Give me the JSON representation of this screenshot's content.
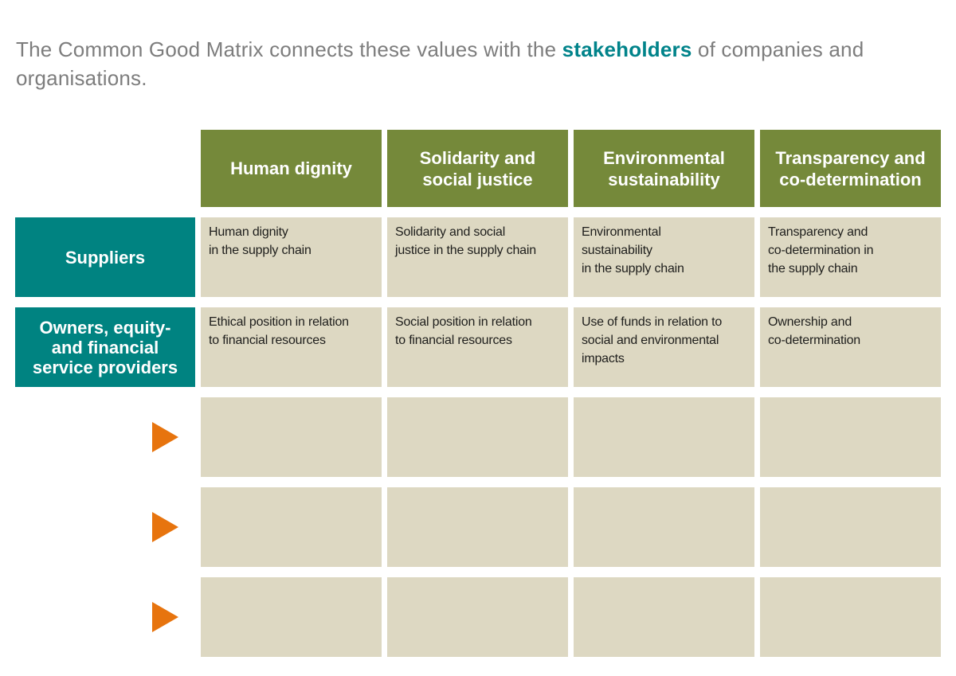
{
  "intro": {
    "text_before": "The Common Good Matrix connects these values with the ",
    "highlight": "stakeholders",
    "text_after": " of companies and organisations."
  },
  "colors": {
    "value_header_green": "#75893A",
    "stakeholder_teal": "#008381",
    "highlight_teal": "#00838A",
    "cell_beige": "#DDD8C2",
    "arrow_orange": "#E7740E",
    "intro_gray": "#7D7D7D",
    "cell_text": "#1E1E1C"
  },
  "matrix": {
    "column_headers": [
      "Human dignity",
      "Solidarity and\nsocial justice",
      "Environmental\nsustainability",
      "Transparency and\nco-determination"
    ],
    "rows": [
      {
        "header": "Suppliers",
        "header_type": "label",
        "cells": [
          "Human dignity\nin the supply chain",
          "Solidarity and social\njustice in the supply chain",
          "Environmental\nsustainability\nin the supply chain",
          "Transparency and\nco-determination in\nthe supply chain"
        ]
      },
      {
        "header": "Owners, equity-\nand financial\nservice providers",
        "header_type": "label",
        "cells": [
          "Ethical position in relation\nto financial resources",
          "Social position in relation\nto financial resources",
          "Use of funds in relation to\nsocial and environmental\nimpacts",
          "Ownership and\nco-determination"
        ]
      },
      {
        "header": "",
        "header_type": "arrow",
        "cells": [
          "",
          "",
          "",
          ""
        ]
      },
      {
        "header": "",
        "header_type": "arrow",
        "cells": [
          "",
          "",
          "",
          ""
        ]
      },
      {
        "header": "",
        "header_type": "arrow",
        "cells": [
          "",
          "",
          "",
          ""
        ]
      }
    ]
  }
}
